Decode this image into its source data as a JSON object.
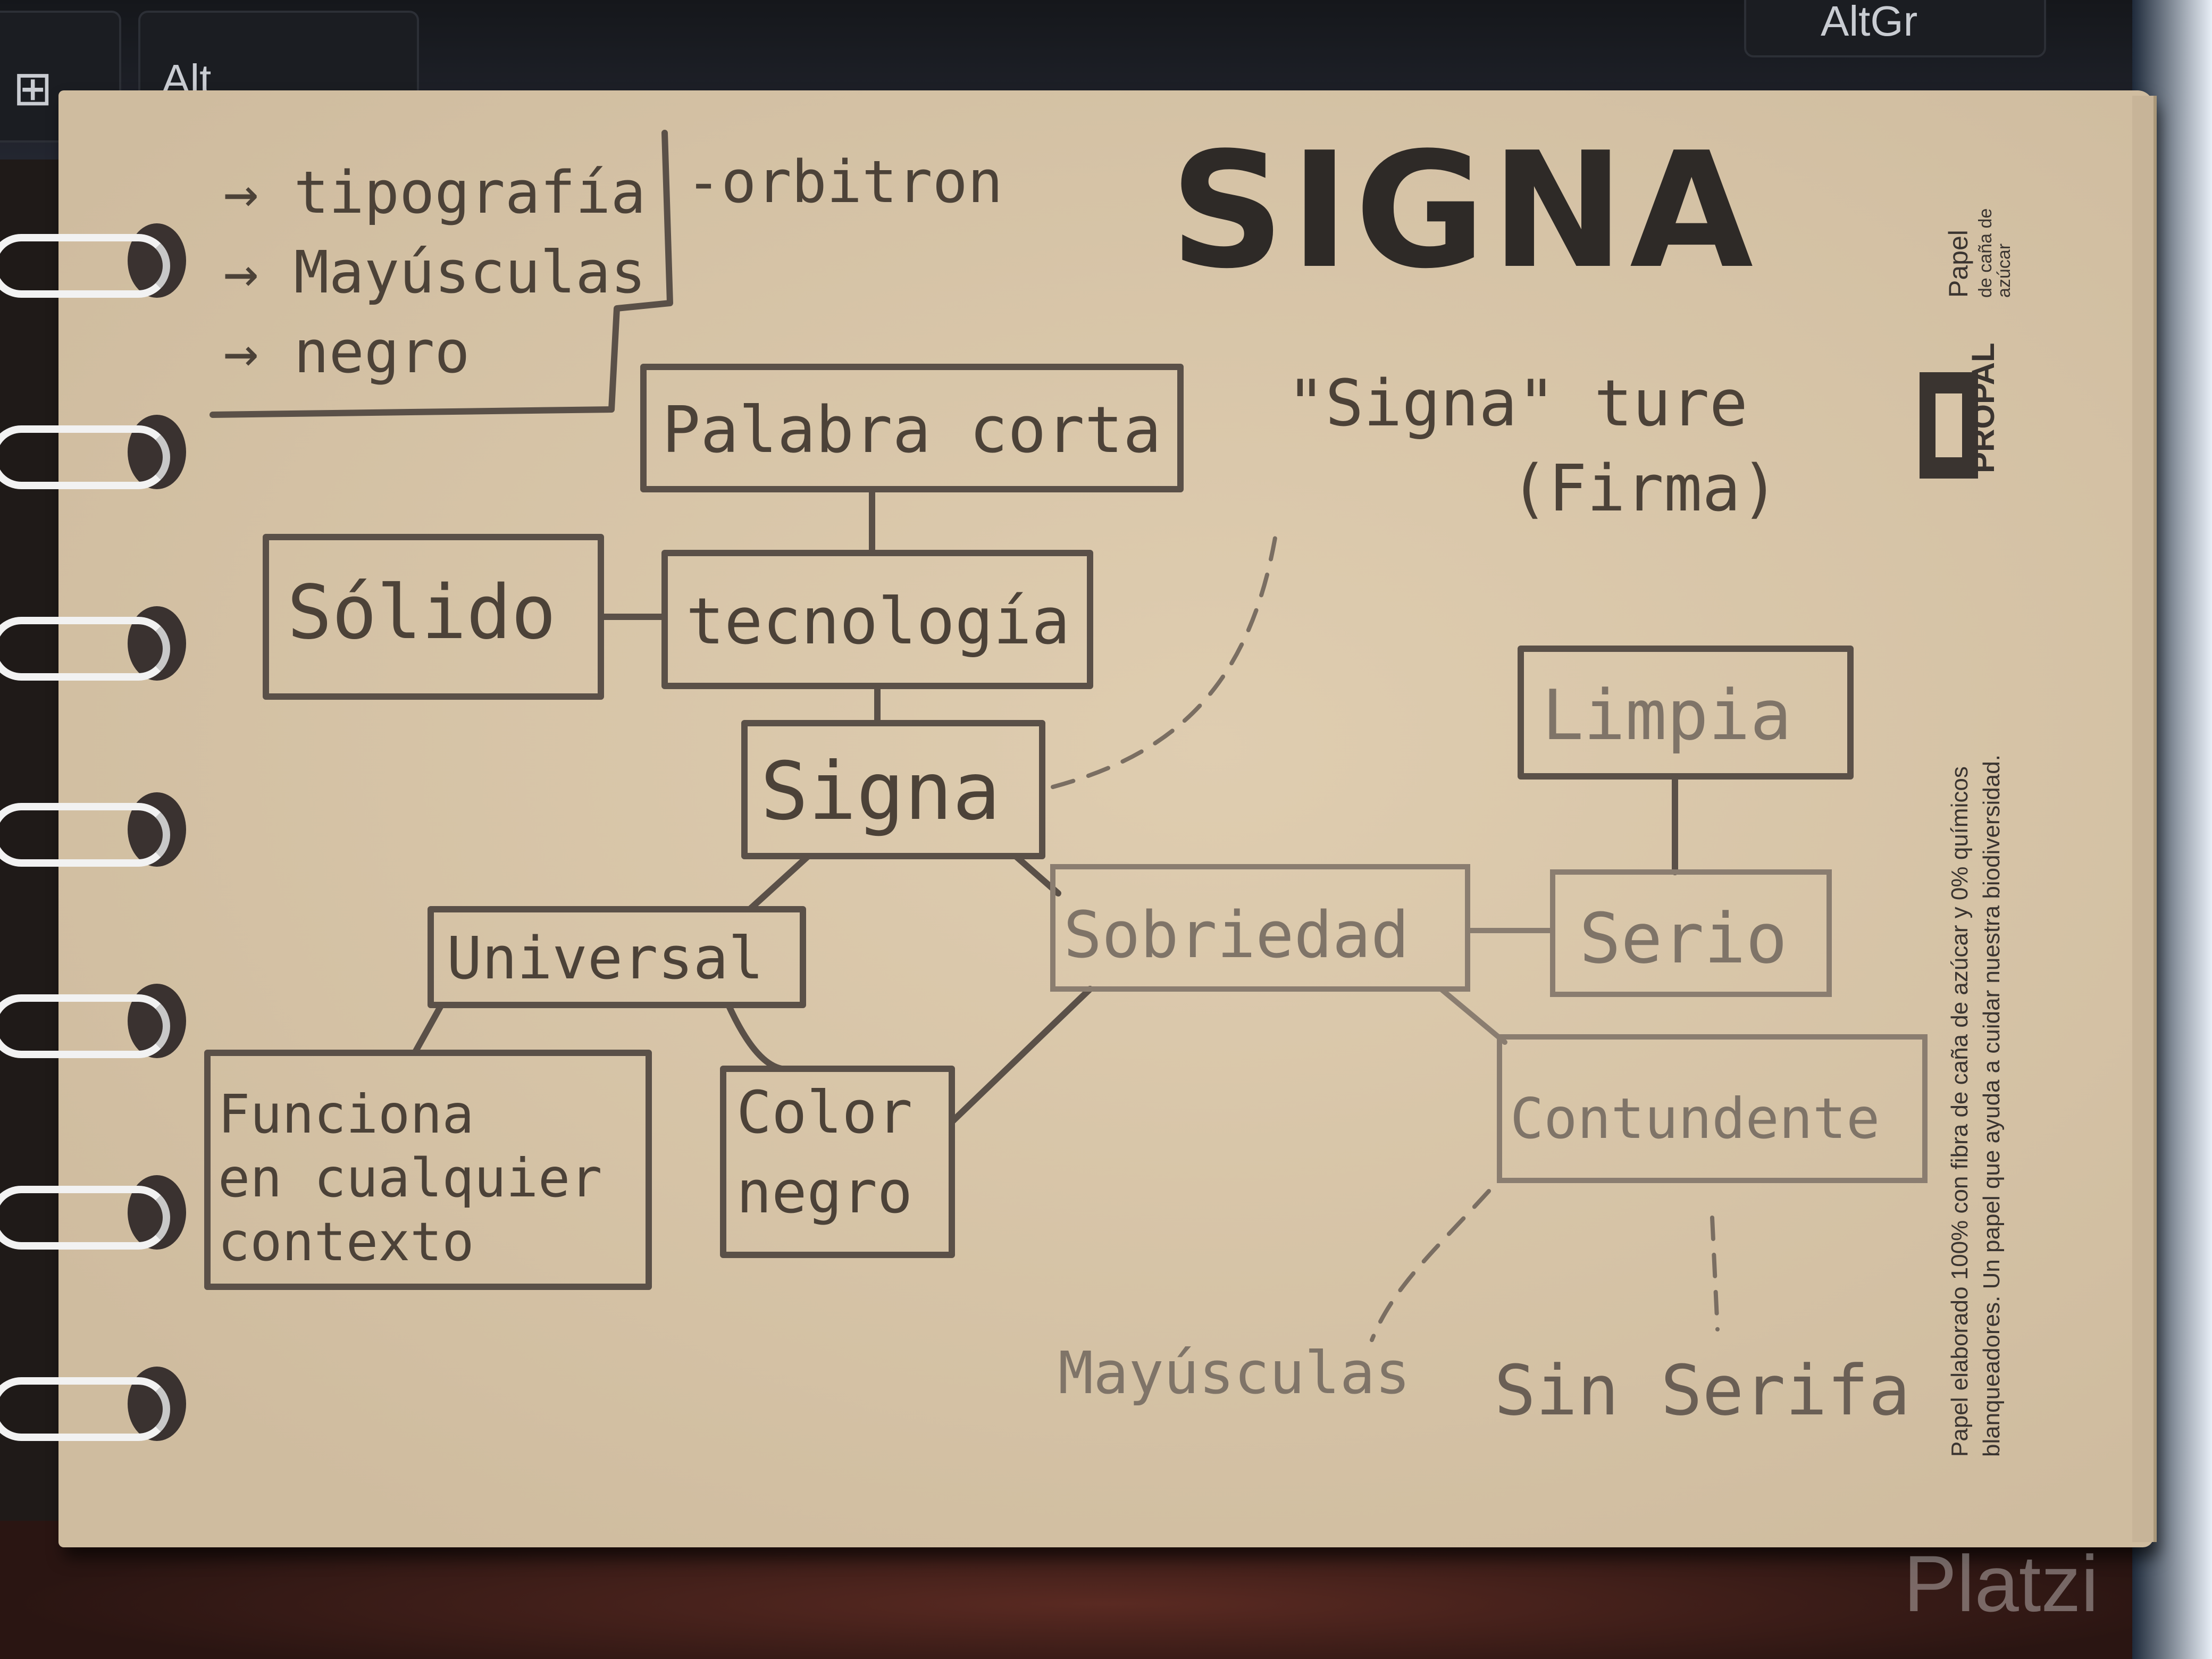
{
  "keyboard": {
    "key_alt": "Alt",
    "key_altgr": "AltGr"
  },
  "diagram": {
    "title": "SIGNA",
    "top_notes": [
      "→ tipografía",
      "→ Mayúsculas",
      "→ negro"
    ],
    "font_note": "-orbitron",
    "pun_line1": "\"Signa\" ture",
    "pun_line2": "(Firma)",
    "nodes": {
      "palabra_corta": "Palabra corta",
      "solido": "Sólido",
      "tecnologia": "tecnología",
      "signa": "Signa",
      "universal": "Universal",
      "sobriedad": "Sobriedad",
      "limpia": "Limpia",
      "serio": "Serio",
      "funciona_l1": "Funciona",
      "funciona_l2": "en cualquier",
      "funciona_l3": "contexto",
      "color_l1": "Color",
      "color_l2": "negro",
      "contundente": "Contundente"
    },
    "bottom_left": "Mayúsculas",
    "bottom_right": "Sin Serifa"
  },
  "paper_brand": {
    "brand": "PROPAL",
    "logo_l1": "Papel",
    "logo_l2": "de caña de",
    "logo_l3": "azúcar",
    "footer_l1": "Papel elaborado 100% con fibra de caña de azúcar y 0% químicos",
    "footer_l2": "blanqueadores. Un papel que ayuda a cuidar nuestra biodiversidad."
  },
  "watermark": "Platzi"
}
